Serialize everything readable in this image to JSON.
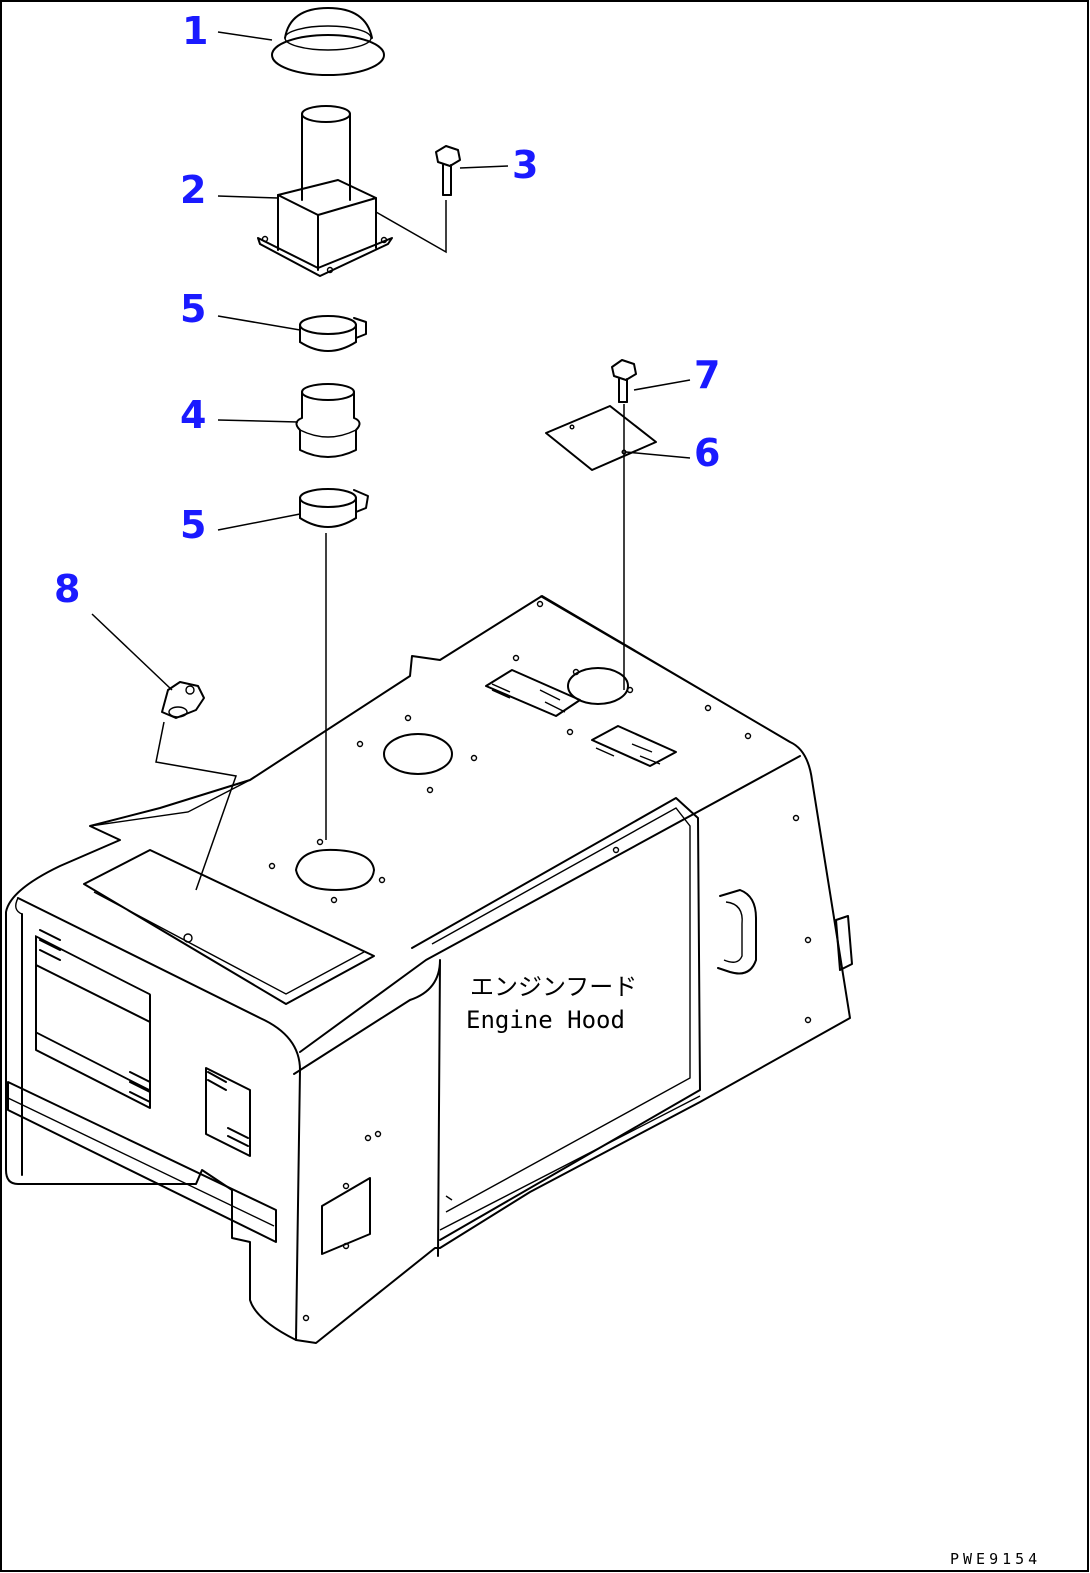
{
  "callouts": [
    {
      "id": "1"
    },
    {
      "id": "2"
    },
    {
      "id": "3"
    },
    {
      "id": "4"
    },
    {
      "id": "5"
    },
    {
      "id": "5"
    },
    {
      "id": "6"
    },
    {
      "id": "7"
    },
    {
      "id": "8"
    }
  ],
  "hood_label_jp": "エンジンフード",
  "hood_label_en": "Engine Hood",
  "drawing_code": "PWE9154",
  "colors": {
    "callout": "#1a1aff",
    "line": "#000000",
    "background": "#ffffff"
  }
}
